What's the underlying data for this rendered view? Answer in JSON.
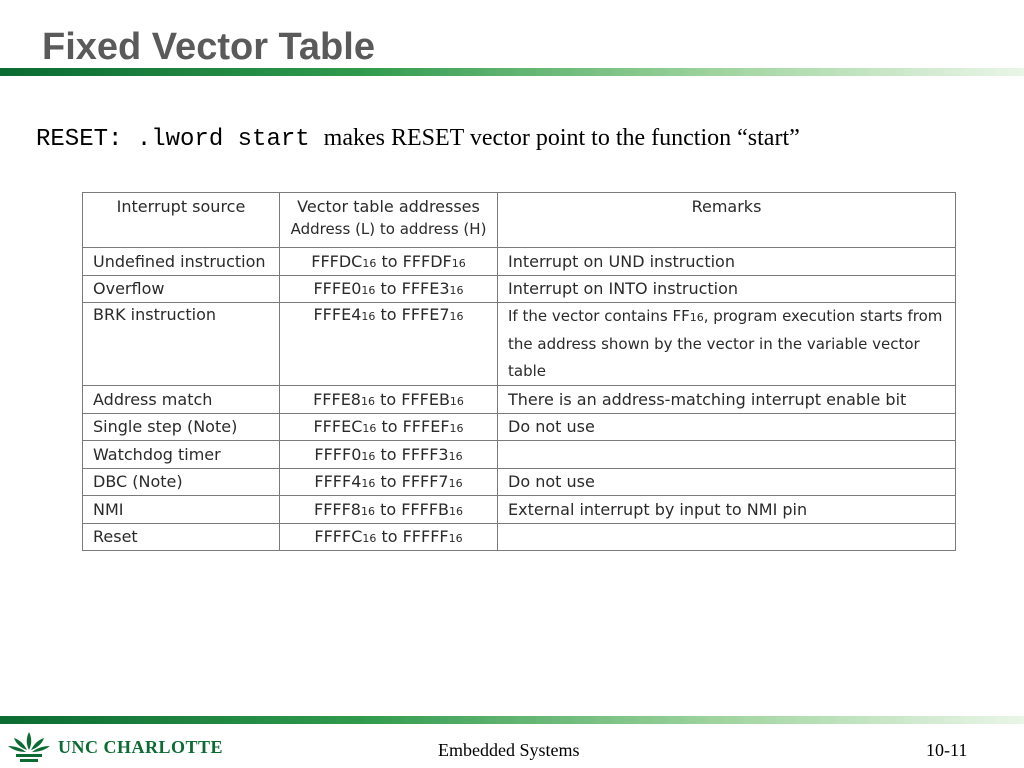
{
  "slide": {
    "title": "Fixed Vector Table",
    "code_text": "RESET: .lword start",
    "code_desc": "makes  RESET vector point to the function “start”"
  },
  "table": {
    "headers": {
      "source": "Interrupt source",
      "addr_line1": "Vector table addresses",
      "addr_line2": "Address (L) to address (H)",
      "remarks": "Remarks"
    },
    "rows": [
      {
        "source": "Undefined instruction",
        "from": "FFFDC",
        "to": "FFFDF",
        "remarks": "Interrupt on UND instruction"
      },
      {
        "source": "Overflow",
        "from": "FFFE0",
        "to": "FFFE3",
        "remarks": "Interrupt on INTO instruction"
      },
      {
        "source": "BRK instruction",
        "from": "FFFE4",
        "to": "FFFE7",
        "remarks_a": "If the vector contains FF",
        "remarks_b": ", program execution starts from the address shown by the vector in the variable vector table"
      },
      {
        "source": "Address match",
        "from": "FFFE8",
        "to": "FFFEB",
        "remarks": "There is an address-matching interrupt enable bit"
      },
      {
        "source": "Single step (Note)",
        "from": "FFFEC",
        "to": "FFFEF",
        "remarks": "Do not use"
      },
      {
        "source": "Watchdog timer",
        "from": "FFFF0",
        "to": "FFFF3",
        "remarks": ""
      },
      {
        "source": "DBC  (Note)",
        "from": "FFFF4",
        "to": "FFFF7",
        "remarks": "Do not use"
      },
      {
        "source": "NMI",
        "from": "FFFF8",
        "to": "FFFFB",
        "remarks": "External interrupt by input to NMI pin"
      },
      {
        "source": "Reset",
        "from": "FFFFC",
        "to": "FFFFF",
        "remarks": ""
      }
    ],
    "radix": "16",
    "to_word": " to "
  },
  "footer": {
    "logo_text": "UNC CHARLOTTE",
    "course": "Embedded Systems",
    "page": "10-11"
  },
  "colors": {
    "title": "#5a5a5a",
    "accent_green": "#0b6b32"
  },
  "icons": {
    "logo": "crown-leaf-icon"
  }
}
